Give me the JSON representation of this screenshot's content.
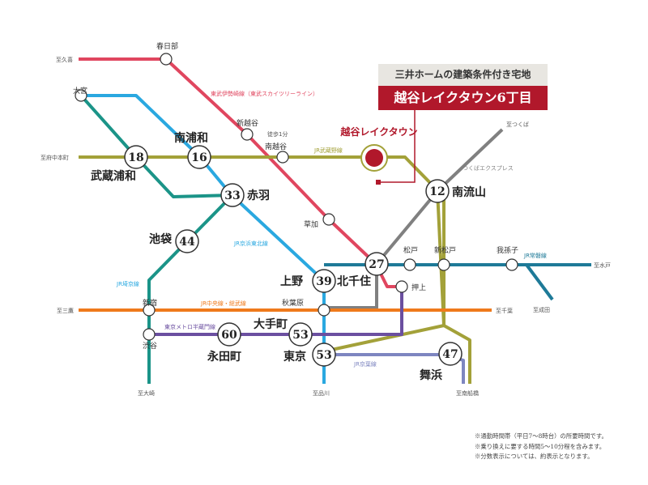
{
  "callout": {
    "line1": "三井ホームの建築条件付き宅地",
    "line2": "越谷レイクタウン6丁目"
  },
  "target_station": "越谷レイクタウン",
  "stations_timed": [
    {
      "name": "武蔵浦和",
      "minutes": "18"
    },
    {
      "name": "南浦和",
      "minutes": "16"
    },
    {
      "name": "赤羽",
      "minutes": "33"
    },
    {
      "name": "池袋",
      "minutes": "44"
    },
    {
      "name": "南流山",
      "minutes": "12"
    },
    {
      "name": "北千住",
      "minutes": "27"
    },
    {
      "name": "上野",
      "minutes": "39"
    },
    {
      "name": "永田町",
      "minutes": "60"
    },
    {
      "name": "大手町",
      "minutes": "53"
    },
    {
      "name": "東京",
      "minutes": "53"
    },
    {
      "name": "舞浜",
      "minutes": "47"
    }
  ],
  "stations_small": [
    "春日部",
    "大宮",
    "新越谷",
    "南越谷",
    "草加",
    "松戸",
    "新松戸",
    "我孫子",
    "押上",
    "秋葉原",
    "新宿",
    "渋谷"
  ],
  "walk_note": "徒歩1分",
  "destinations": [
    "至久喜",
    "至府中本町",
    "至つくば",
    "至水戸",
    "至成田",
    "至三鷹",
    "至千葉",
    "至大崎",
    "至品川",
    "至南船橋"
  ],
  "lines": {
    "tobu": "東武伊勢崎線（東武スカイツリーライン）",
    "musashino": "JR武蔵野線",
    "tsukuba": "つくばエクスプレス",
    "keihin": "JR京浜東北線",
    "saikyo": "JR埼京線",
    "chuo": "JR中央線・総武線",
    "hanzomon": "東京メトロ半蔵門線",
    "keiyo": "JR京葉線",
    "joban": "JR常磐線"
  },
  "notes": [
    "※通勤時間帯（平日7〜8時台）の所要時間です。",
    "※乗り換えに要する時間5〜10分程を含みます。",
    "※分数表示については、約表示となります。"
  ],
  "colors": {
    "tobu": "#e0465f",
    "musashino": "#a3a139",
    "tsukuba": "#808080",
    "keihin": "#2aa8e0",
    "saikyo": "#1b9488",
    "chuo": "#ef7a1c",
    "hanzomon": "#6b4fa0",
    "keiyo": "#7e86c0",
    "joban": "#1e7a98",
    "accent": "#b1182b"
  }
}
